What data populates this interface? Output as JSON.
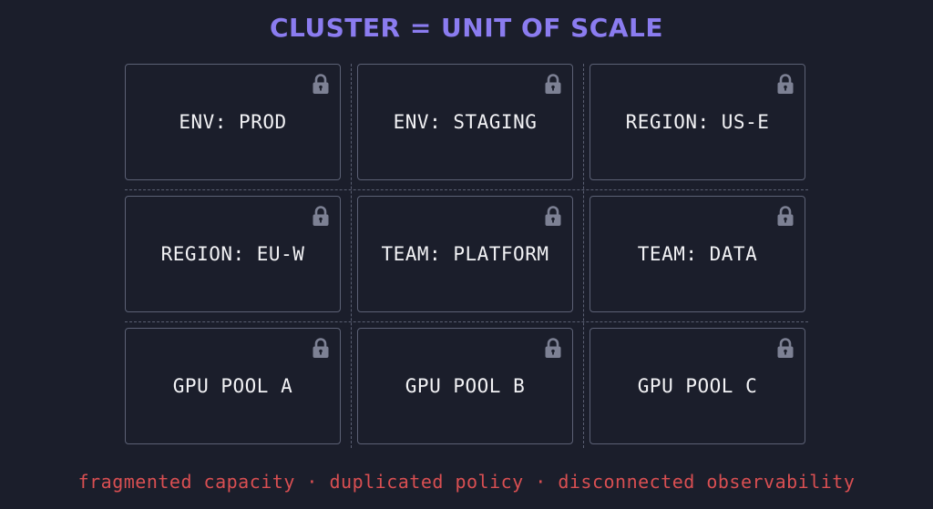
{
  "title": "CLUSTER = UNIT OF SCALE",
  "cells": [
    {
      "label": "ENV: PROD",
      "icon": "lock-icon"
    },
    {
      "label": "ENV: STAGING",
      "icon": "lock-icon"
    },
    {
      "label": "REGION: US-E",
      "icon": "lock-icon"
    },
    {
      "label": "REGION: EU-W",
      "icon": "lock-icon"
    },
    {
      "label": "TEAM: PLATFORM",
      "icon": "lock-icon"
    },
    {
      "label": "TEAM: DATA",
      "icon": "lock-icon"
    },
    {
      "label": "GPU POOL A",
      "icon": "lock-icon"
    },
    {
      "label": "GPU POOL B",
      "icon": "lock-icon"
    },
    {
      "label": "GPU POOL C",
      "icon": "lock-icon"
    }
  ],
  "footer": "fragmented capacity · duplicated policy · disconnected observability",
  "colors": {
    "background": "#1b1e2b",
    "title": "#8b7cf0",
    "cell_border": "#5c6175",
    "lock": "#7d8194",
    "footer": "#d94f52"
  }
}
